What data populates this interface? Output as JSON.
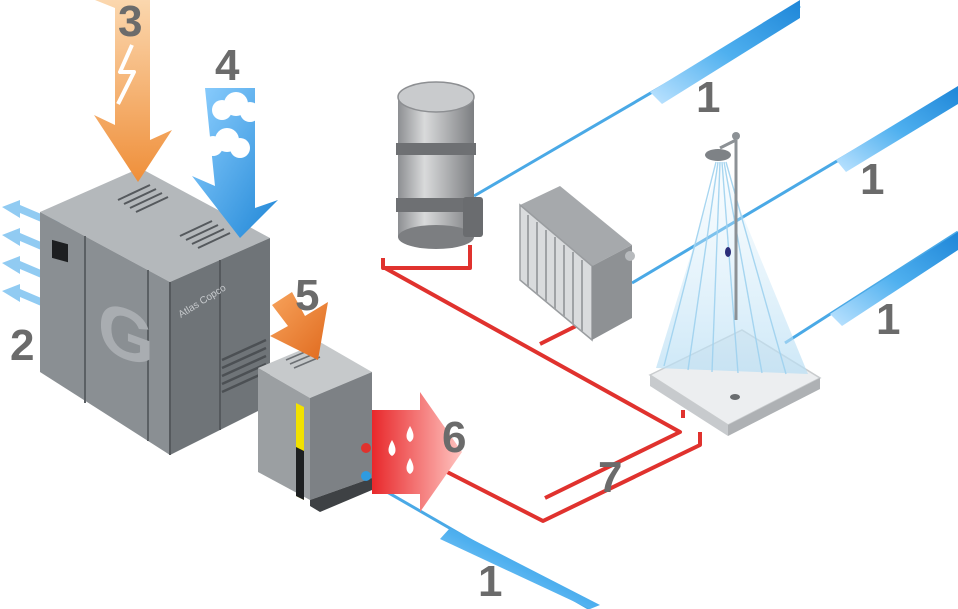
{
  "labels": {
    "cold_water_inlet": "1",
    "exhaust_air": "2",
    "electrical_energy": "3",
    "cooling_air": "4",
    "heat_transfer": "5",
    "hot_water_outlet": "6",
    "piping_network": "7"
  },
  "brand": {
    "compressor_logo": "G",
    "maker_text": "Atlas Copco"
  },
  "colors": {
    "cold_water": "#2f9be0",
    "hot_water": "#e0322e",
    "energy_arrow": "#f0a050",
    "heat_arrow": "#e87b2e",
    "machine_body": "#8c9195",
    "label_text": "#6b6b6b"
  }
}
